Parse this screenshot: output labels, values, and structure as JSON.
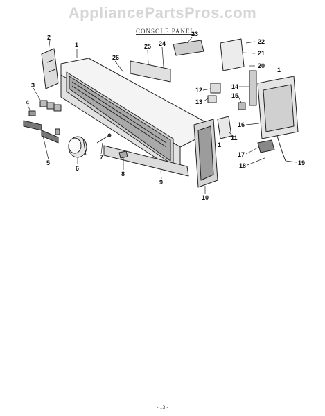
{
  "watermark": "AppliancePartsPros.com",
  "section_title": "CONSOLE PANEL",
  "page_number": "- 13 -",
  "callouts": [
    "1",
    "2",
    "3",
    "4",
    "5",
    "6",
    "7",
    "8",
    "9",
    "10",
    "11",
    "12",
    "13",
    "14",
    "15",
    "16",
    "17",
    "18",
    "19",
    "20",
    "21",
    "22",
    "23",
    "24",
    "25",
    "26",
    "1",
    "1"
  ]
}
